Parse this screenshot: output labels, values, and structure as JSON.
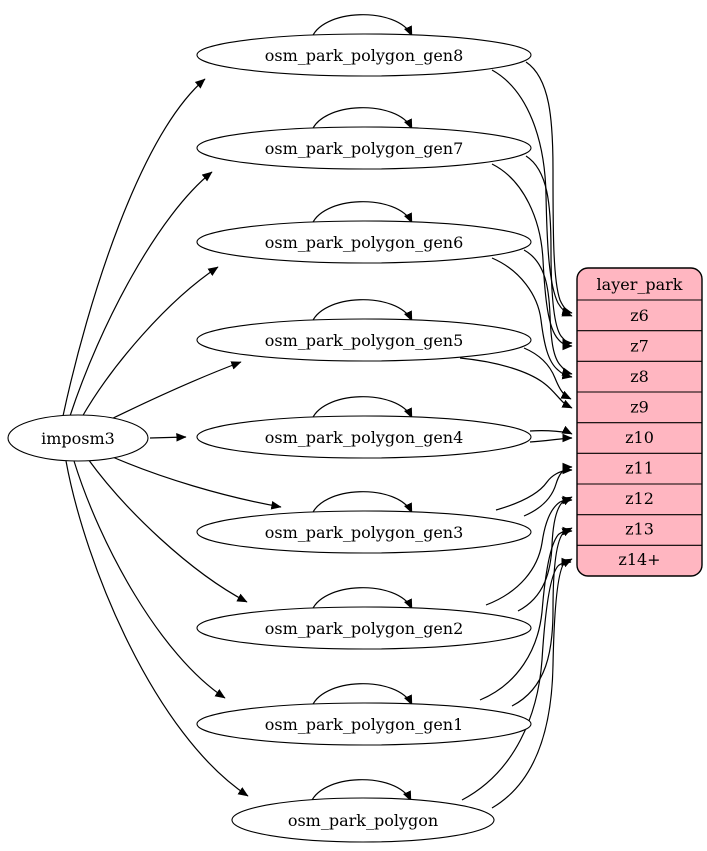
{
  "diagram": {
    "kind": "etl-graph",
    "background": "#ffffff",
    "edge_color": "#000000",
    "source_node": {
      "label": "imposm3"
    },
    "table_nodes": [
      {
        "label": "osm_park_polygon_gen8",
        "zoom": "z6"
      },
      {
        "label": "osm_park_polygon_gen7",
        "zoom": "z7"
      },
      {
        "label": "osm_park_polygon_gen6",
        "zoom": "z8"
      },
      {
        "label": "osm_park_polygon_gen5",
        "zoom": "z9"
      },
      {
        "label": "osm_park_polygon_gen4",
        "zoom": "z10"
      },
      {
        "label": "osm_park_polygon_gen3",
        "zoom": "z11"
      },
      {
        "label": "osm_park_polygon_gen2",
        "zoom": "z12"
      },
      {
        "label": "osm_park_polygon_gen1",
        "zoom": "z13"
      },
      {
        "label": "osm_park_polygon",
        "zoom": "z14+"
      }
    ],
    "layer_table": {
      "title": "layer_park",
      "rows": [
        "z6",
        "z7",
        "z8",
        "z9",
        "z10",
        "z11",
        "z12",
        "z13",
        "z14+"
      ],
      "fill": "#ffb6c1",
      "stroke": "#000000"
    },
    "edges": {
      "imports": "imposm3 -> each osm_park_polygon* table",
      "self_loop_on_each_table": true,
      "table_to_zoom_edges_per_pair": 2
    }
  }
}
